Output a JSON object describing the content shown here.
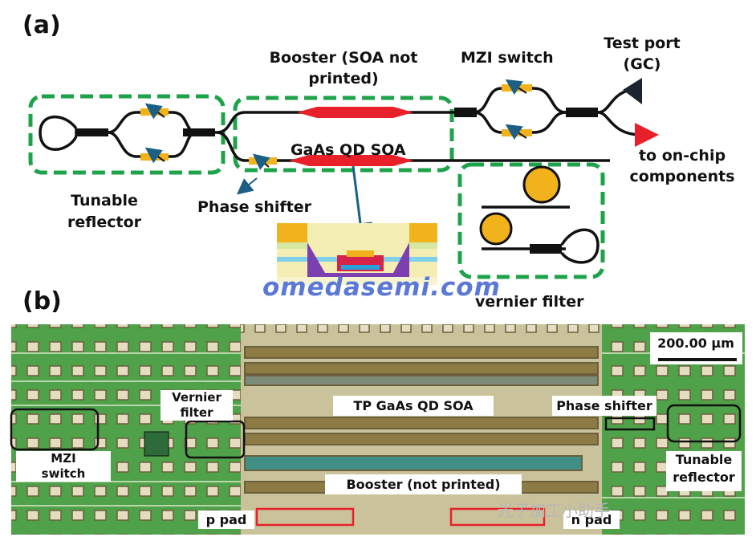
{
  "panel_a": {
    "tag": "(a)",
    "labels": {
      "booster": "Booster (SOA not printed)",
      "booster_line1": "Booster (SOA not",
      "booster_line2": "printed)",
      "mzi_switch": "MZI switch",
      "test_port_1": "Test port",
      "test_port_2": "(GC)",
      "gaas_soa": "GaAs QD SOA",
      "to_onchip_1": "to on-chip",
      "to_onchip_2": "components",
      "tunable_1": "Tunable",
      "tunable_2": "reflector",
      "phase_shifter": "Phase shifter",
      "vernier": "vernier filter"
    },
    "watermark": "omedasemi.com"
  },
  "panel_b": {
    "tag": "(b)",
    "labels": {
      "scale": "200.00 µm",
      "vernier_1": "Vernier",
      "vernier_2": "filter",
      "tp_soa": "TP GaAs QD SOA",
      "phase_shifter": "Phase shifter",
      "mzi_1": "MZI",
      "mzi_2": "switch",
      "tunable_1": "Tunable",
      "tunable_2": "reflector",
      "booster": "Booster (not printed)",
      "p_pad": "p pad",
      "n_pad": "n pad"
    },
    "watermark": "光子加工小助手"
  },
  "colors": {
    "dashed_box": "#1fa34a",
    "soa": "#e8202a",
    "heater": "#f2b21b",
    "ring": "#f2b21b",
    "arrow_blue": "#1c5f86",
    "chip_green": "#4fa14a"
  }
}
